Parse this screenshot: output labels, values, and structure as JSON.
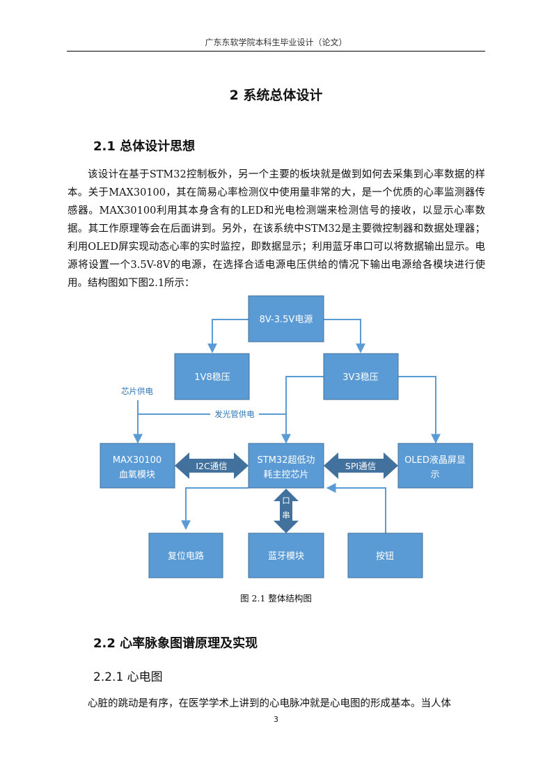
{
  "header": {
    "text": "广东东软学院本科生毕业设计（论文）"
  },
  "chapter": {
    "title": "2  系统总体设计"
  },
  "section_1": {
    "title": "2.1  总体设计思想",
    "paragraph": "该设计在基于STM32控制板外，另一个主要的板块就是做到如何去采集到心率数据的样本。关于MAX30100，其在简易心率检测仪中使用量非常的大，是一个优质的心率监测器传感器。MAX30100利用其本身含有的LED和光电检测端来检测信号的接收，以显示心率数据。其工作原理等会在后面讲到。另外，在该系统中STM32是主要微控制器和数据处理器；利用OLED屏实现动态心率的实时监控，即数据显示；利用蓝牙串口可以将数据输出显示。电源将设置一个3.5V-8V的电源，在选择合适电源电压供给的情况下输出电源给各模块进行使用。结构图如下图2.1所示："
  },
  "diagram": {
    "blocks": {
      "power": "8V-3.5V电源",
      "reg_1v8": "1V8稳压",
      "reg_3v3": "3V3稳压",
      "max30100_line1": "MAX30100",
      "max30100_line2": "血氧模块",
      "stm32_line1": "STM32超低功",
      "stm32_line2": "耗主控芯片",
      "oled_line1": "OLED液晶屏显",
      "oled_line2": "示",
      "reset": "复位电路",
      "bluetooth": "蓝牙模块",
      "button": "按钮"
    },
    "links": {
      "chip_power": "芯片供电",
      "led_power": "发光管供电",
      "i2c": "I2C通信",
      "spi": "SPI通信",
      "serial_1": "口",
      "serial_2": "串"
    },
    "colors": {
      "block_fill": "#5b9bd5",
      "block_stroke": "#41719c",
      "line": "#5b9bd5",
      "label": "#2e75b6"
    }
  },
  "figure": {
    "caption": "图 2.1  整体结构图"
  },
  "section_2": {
    "title": "2.2  心率脉象图谱原理及实现"
  },
  "subsection_2_2_1": {
    "title": "2.2.1  心电图",
    "paragraph": "心脏的跳动是有序，在医学学术上讲到的心电脉冲就是心电图的形成基本。当人体"
  },
  "footer": {
    "page_number": "3"
  }
}
